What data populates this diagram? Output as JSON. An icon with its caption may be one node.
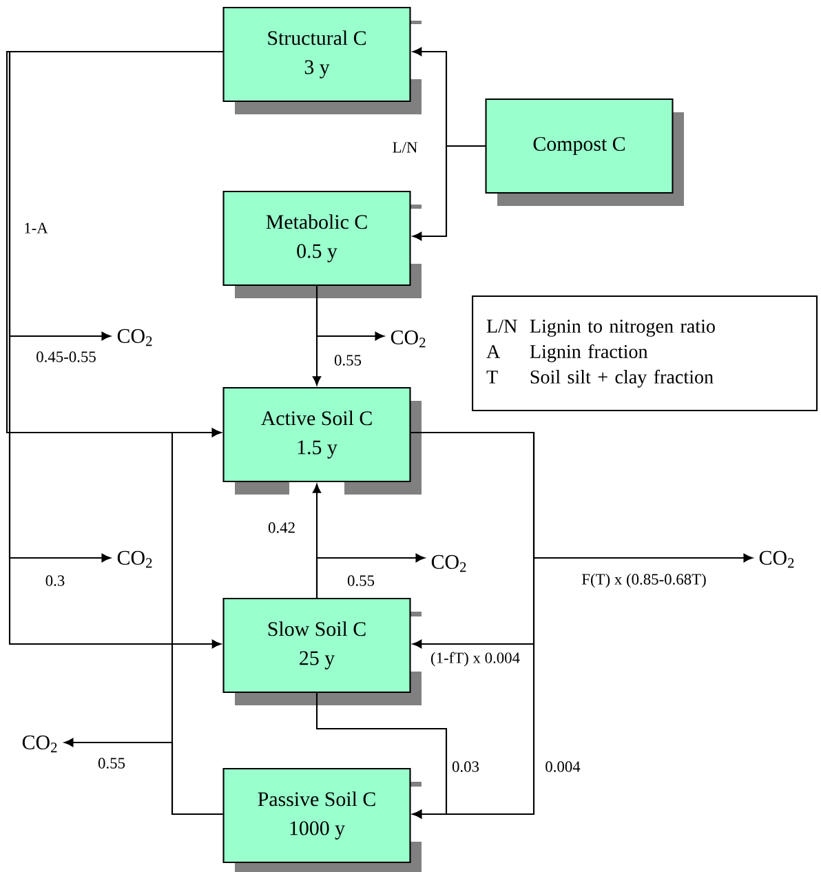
{
  "diagram": {
    "nodes": [
      {
        "text": [
          "Structural C",
          "3 y"
        ]
      },
      {
        "text": [
          "Compost C"
        ]
      },
      {
        "text": [
          "Metabolic C",
          "0.5 y"
        ]
      },
      {
        "text": [
          "L/N",
          "Lignin to nitrogen ratio",
          "A",
          "Lignin fraction",
          "T",
          "Soil silt + clay fraction"
        ]
      },
      {
        "text": [
          "CO$_{2}$"
        ]
      },
      {
        "text": [
          "CO$_{2}$"
        ]
      },
      {
        "text": [
          "Active Soil C",
          "1.5 y"
        ]
      },
      {
        "text": [
          "CO$_{2}$"
        ]
      },
      {
        "text": [
          "CO$_{2}$"
        ]
      },
      {
        "text": [
          "CO$_{2}$"
        ]
      },
      {
        "text": [
          "Slow Soil C",
          "25 y"
        ]
      },
      {
        "text": [
          "CO$_{2}$"
        ]
      },
      {
        "text": [
          "Passive Soil C",
          "1000 y"
        ]
      }
    ],
    "edges": [
      {
        "from": 1,
        "to": 0,
        "arrow": "to",
        "label": "L/N"
      },
      {
        "from": 1,
        "to": 2,
        "arrow": "to"
      },
      {
        "from": 0,
        "to": 6,
        "arrow": "to",
        "label": "1-A"
      },
      {
        "from": 0,
        "to": 4,
        "arrow": "to",
        "label": "0.45-0.55"
      },
      {
        "from": 0,
        "to": 7,
        "arrow": "to",
        "label": "0.3"
      },
      {
        "from": 0,
        "to": 10,
        "arrow": "to"
      },
      {
        "from": 2,
        "to": 6,
        "arrow": "to"
      },
      {
        "from": 2,
        "to": 5,
        "arrow": "to",
        "label": "0.55"
      },
      {
        "from": 6,
        "to": 9,
        "arrow": "to",
        "label": "F(T) x (0.85-0.68T)"
      },
      {
        "from": 6,
        "to": 10,
        "arrow": "to",
        "label": "(1-fT) x 0.004"
      },
      {
        "from": 6,
        "to": 12,
        "arrow": "to",
        "label": "0.004"
      },
      {
        "from": 10,
        "to": 6,
        "arrow": "to",
        "label": "0.42"
      },
      {
        "from": 10,
        "to": 8,
        "arrow": "to",
        "label": "0.55"
      },
      {
        "from": 10,
        "to": 12,
        "arrow": "to",
        "label": "0.03"
      },
      {
        "from": 12,
        "to": 6,
        "arrow": "to"
      },
      {
        "from": 12,
        "to": 11,
        "arrow": "to",
        "label": "0.55"
      }
    ]
  }
}
